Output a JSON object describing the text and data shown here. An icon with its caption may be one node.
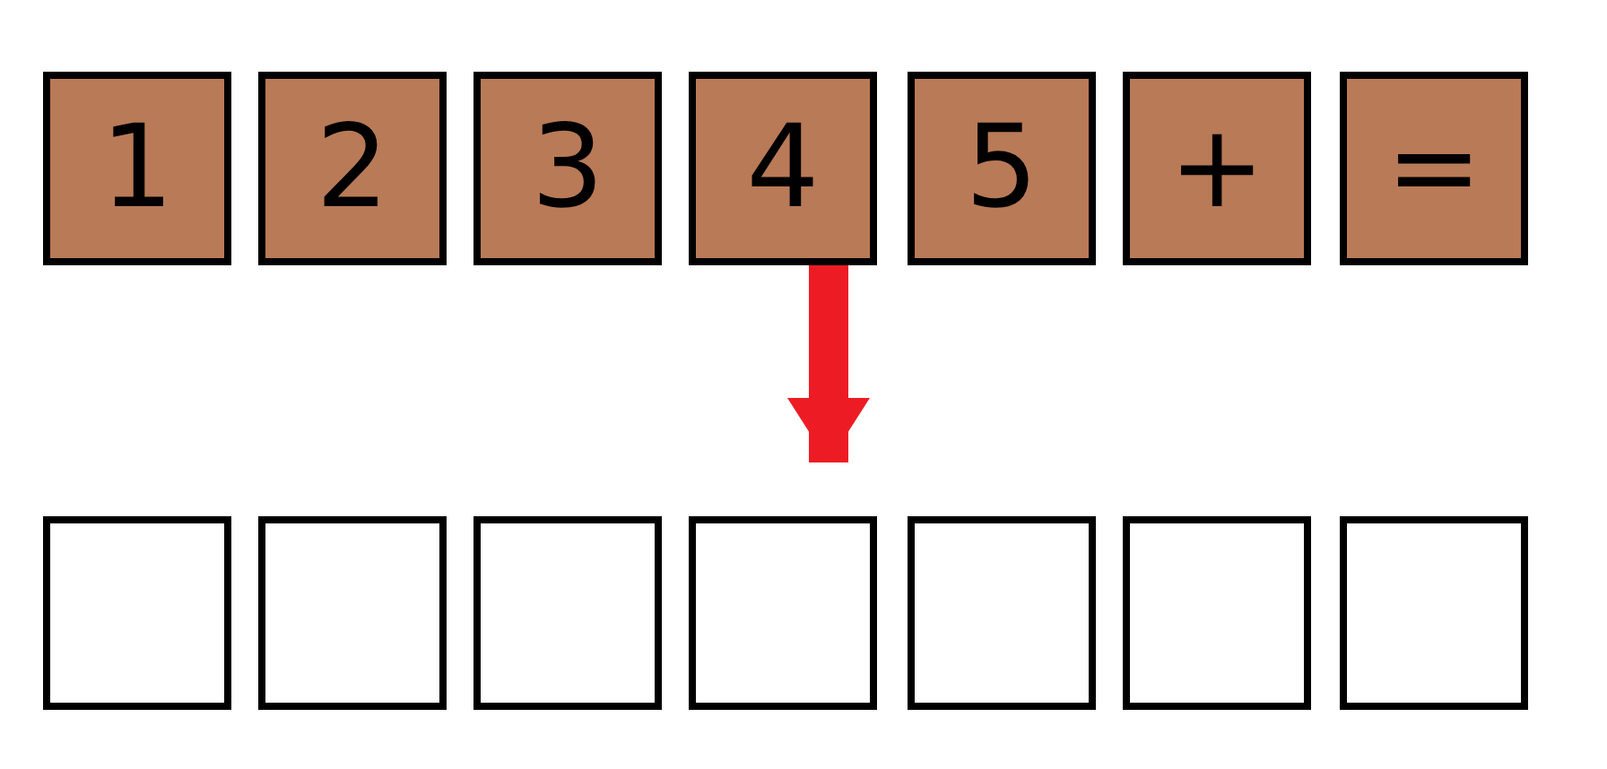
{
  "diagram": {
    "nodes": [
      {
        "text": [
          "1"
        ]
      },
      {
        "text": [
          "2"
        ]
      },
      {
        "text": [
          "3"
        ]
      },
      {
        "text": [
          "4"
        ]
      },
      {
        "text": [
          "5"
        ]
      },
      {
        "text": [
          "+"
        ]
      },
      {
        "text": [
          "="
        ]
      },
      {
        "text": [],
        "shape": "box"
      },
      {
        "text": [],
        "shape": "box"
      },
      {
        "text": [],
        "shape": "box"
      },
      {
        "text": [],
        "shape": "box"
      },
      {
        "text": [],
        "shape": "box"
      },
      {
        "text": [],
        "shape": "box"
      },
      {
        "text": [],
        "shape": "box"
      }
    ],
    "edges": [
      {
        "from": 3,
        "to": 10,
        "arrow": "to",
        "color": "#ed1c24"
      }
    ]
  }
}
